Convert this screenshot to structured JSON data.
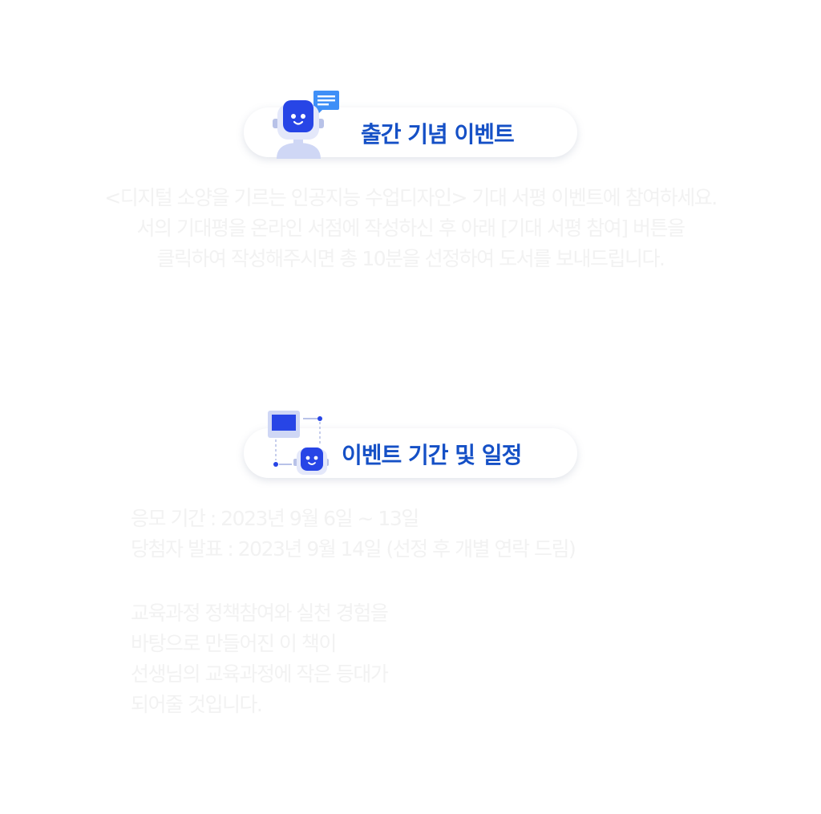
{
  "section1": {
    "title": "출간 기념 이벤트",
    "icon": "robot-chat-icon",
    "lines": [
      "<디지털 소양을 기르는 인공지능 수업디자인> 기대 서평 이벤트에 참여하세요.",
      "서의 기대평을 온라인 서점에 작성하신 후 아래 [기대 서평 참여] 버튼을",
      "클릭하여 작성해주시면 총 10분을 선정하여 도서를 보내드립니다."
    ]
  },
  "section2": {
    "title": "이벤트 기간 및 일정",
    "icon": "robot-laptop-icon",
    "schedule": [
      "응모 기간 : 2023년 9월 6일 ~ 13일",
      "당첨자 발표 : 2023년 9월 14일 (선정 후 개별 연락 드림)"
    ],
    "closing": [
      "교육과정 정책참여와 실천 경험을",
      "바탕으로 만들어진 이 책이",
      "선생님의 교육과정에 작은 등대가",
      "되어줄 것입니다."
    ]
  },
  "colors": {
    "accent": "#1550c6",
    "robot_blue": "#2745e6",
    "body_text": "#f2f2f2"
  }
}
